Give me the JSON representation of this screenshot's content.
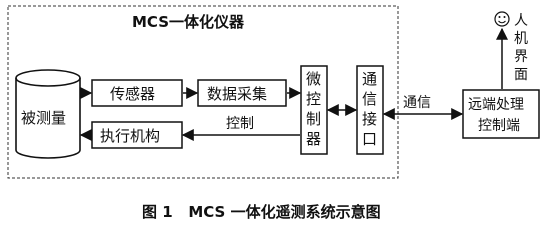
{
  "instrument": {
    "label": "MCS一体化仪器"
  },
  "nodes": {
    "object": "被测量",
    "sensor": "传感器",
    "acquisition": "数据采集",
    "actuator": "执行机构",
    "mcu": [
      "微",
      "控",
      "制",
      "器"
    ],
    "comm_interface": [
      "通",
      "信",
      "接",
      "口"
    ],
    "remote": [
      "远端处理",
      "控制端"
    ],
    "hmi": [
      "人",
      "机",
      "界",
      "面"
    ]
  },
  "edges": {
    "control": "控制",
    "comm": "通信"
  },
  "caption": "图 1   MCS 一体化遥测系统示意图"
}
